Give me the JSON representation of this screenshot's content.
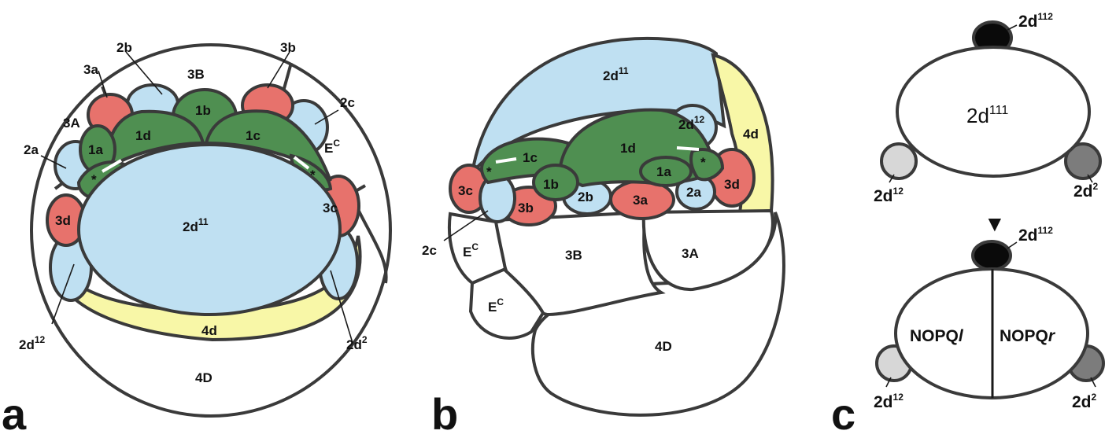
{
  "colors": {
    "green": "#4f8f51",
    "blue": "#bfe0f2",
    "red": "#e7726c",
    "yellow": "#f8f7a7",
    "white": "#ffffff",
    "outline": "#3a3a3a",
    "black_cell": "#0a0a0a",
    "light_grey_cell": "#d7d7d7",
    "dark_grey_cell": "#7c7c7c"
  },
  "panel_a": {
    "panel_letter": "a",
    "labels": {
      "c3B": "3B",
      "c3a": "3a",
      "c2b": "2b",
      "c3b": "3b",
      "c2c": "2c",
      "c3A": "3A",
      "c1b": "1b",
      "c1d": "1d",
      "c1c": "1c",
      "c1a": "1a",
      "c2a": "2a",
      "c3d": "3d",
      "c3c": "3c",
      "c4d": "4d",
      "c4D": "4D",
      "ec_base": "E",
      "ec_sup": "C",
      "d11_base": "2d",
      "d11_sup": "11",
      "d12_base": "2d",
      "d12_sup": "12",
      "d2_base": "2d",
      "d2_sup": "2",
      "star_left": "*",
      "star_right": "*"
    }
  },
  "panel_b": {
    "panel_letter": "b",
    "labels": {
      "d11_base": "2d",
      "d11_sup": "11",
      "d12_base": "2d",
      "d12_sup": "12",
      "c4d": "4d",
      "c1c": "1c",
      "c1d": "1d",
      "c1a": "1a",
      "c3c": "3c",
      "c1b": "1b",
      "c2b": "2b",
      "c3a": "3a",
      "c2a": "2a",
      "c3d": "3d",
      "c3b": "3b",
      "c2c": "2c",
      "ec1_base": "E",
      "ec1_sup": "C",
      "ec2_base": "E",
      "ec2_sup": "C",
      "c3B": "3B",
      "c3A": "3A",
      "c4D": "4D",
      "star_left": "*",
      "star_right": "*"
    }
  },
  "panel_c": {
    "panel_letter": "c",
    "top": {
      "black_base": "2d",
      "black_sup": "112",
      "center_base": "2d",
      "center_sup": "111",
      "left_base": "2d",
      "left_sup": "12",
      "right_base": "2d",
      "right_sup": "2"
    },
    "arrow": "▼",
    "bottom": {
      "black_base": "2d",
      "black_sup": "112",
      "left_half": "NOPQ",
      "left_half_suffix": "l",
      "right_half": "NOPQ",
      "right_half_suffix": "r",
      "left_base": "2d",
      "left_sup": "12",
      "right_base": "2d",
      "right_sup": "2"
    }
  }
}
